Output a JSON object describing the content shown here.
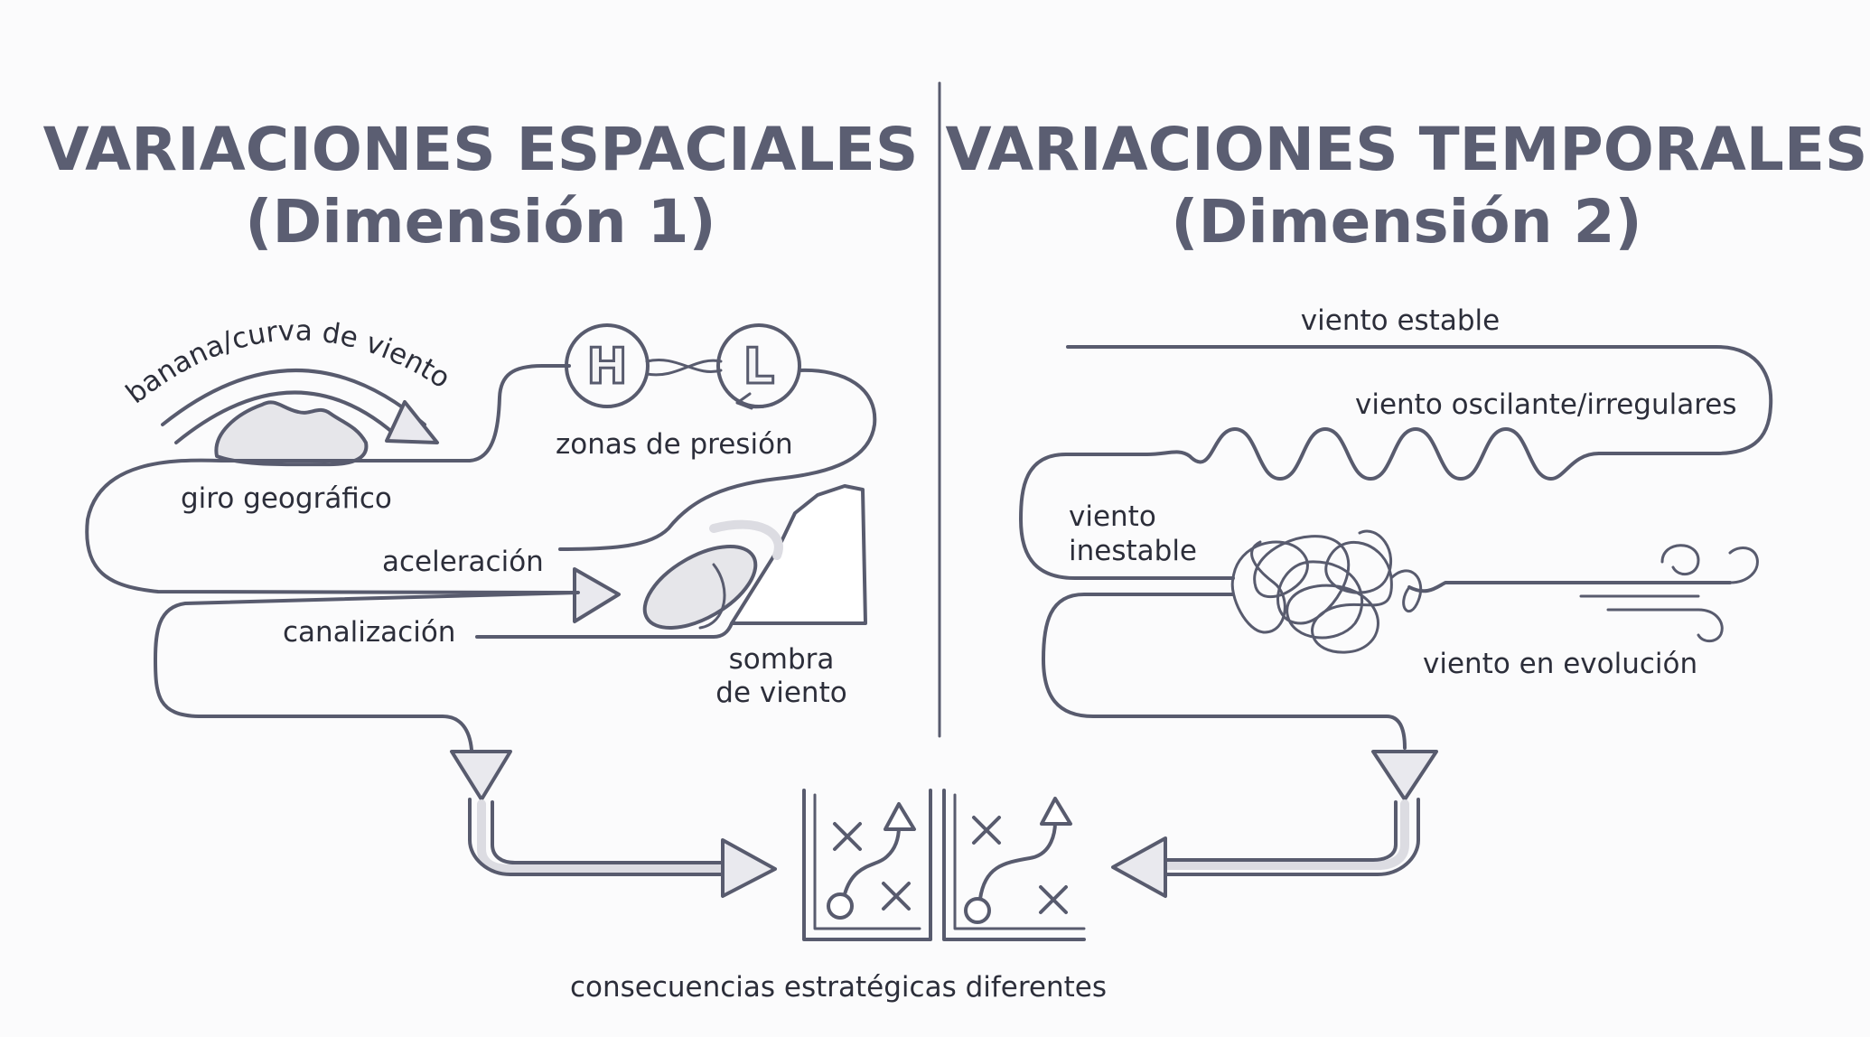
{
  "left_title_line1": "VARIACIONES ESPACIALES",
  "left_title_line2": "(Dimensión 1)",
  "right_title_line1": "VARIACIONES TEMPORALES",
  "right_title_line2": "(Dimensión 2)",
  "pressure_high": "H",
  "pressure_low": "L",
  "labels": {
    "banana": "banana/curva de viento",
    "giro": "giro geográfico",
    "zonas": "zonas de presión",
    "aceleracion": "aceleración",
    "canalizacion": "canalización",
    "sombra_line1": "sombra",
    "sombra_line2": "de viento",
    "estable": "viento estable",
    "oscilante": "viento oscilante/irregulares",
    "inestable_line1": "viento",
    "inestable_line2": "inestable",
    "evolucion": "viento en evolución",
    "consecuencias": "consecuencias estratégicas diferentes"
  },
  "colors": {
    "title": "#5b5e72",
    "line": "#585b6e",
    "text": "#2c2e3a",
    "fill": "#e6e6ea",
    "background": "#fbfbfc"
  }
}
